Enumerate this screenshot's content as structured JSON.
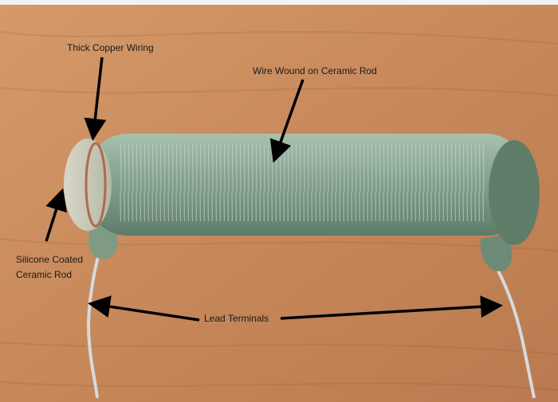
{
  "labels": {
    "thick_copper_wiring": "Thick Copper Wiring",
    "wire_wound": "Wire Wound on Ceramic Rod",
    "silicone_coated_line1": "Silicone Coated",
    "silicone_coated_line2": "Ceramic Rod",
    "lead_terminals": "Lead Terminals"
  },
  "colors": {
    "background_wood": "#c98a5b",
    "resistor_body": "#7f9b86",
    "arrow": "#000000",
    "lead_wire": "#d7d9dc"
  },
  "icons": [
    "arrow-pointer"
  ]
}
